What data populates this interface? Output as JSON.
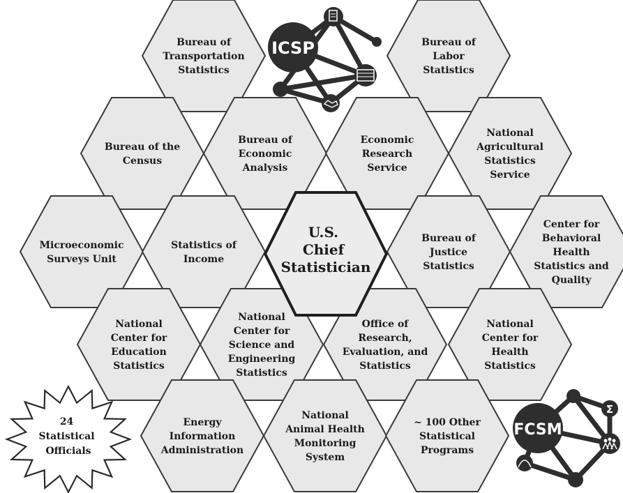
{
  "center": {
    "lines": [
      "U.S.",
      "Chief",
      "Statistician"
    ]
  },
  "agencies": [
    {
      "id": "bts",
      "name": "bureau-of-transportation-statistics",
      "lines": [
        "Bureau of",
        "Transportation",
        "Statistics"
      ]
    },
    {
      "id": "bls",
      "name": "bureau-of-labor-statistics",
      "lines": [
        "Bureau of",
        "Labor",
        "Statistics"
      ]
    },
    {
      "id": "census",
      "name": "bureau-of-the-census",
      "lines": [
        "Bureau of the",
        "Census"
      ]
    },
    {
      "id": "bea",
      "name": "bureau-of-economic-analysis",
      "lines": [
        "Bureau of",
        "Economic",
        "Analysis"
      ]
    },
    {
      "id": "ers",
      "name": "economic-research-service",
      "lines": [
        "Economic",
        "Research",
        "Service"
      ]
    },
    {
      "id": "nass",
      "name": "national-agricultural-statistics-service",
      "lines": [
        "National",
        "Agricultural",
        "Statistics",
        "Service"
      ]
    },
    {
      "id": "meu",
      "name": "microeconomic-surveys-unit",
      "lines": [
        "Microeconomic",
        "Surveys Unit"
      ]
    },
    {
      "id": "soi",
      "name": "statistics-of-income",
      "lines": [
        "Statistics of",
        "Income"
      ]
    },
    {
      "id": "bjs",
      "name": "bureau-of-justice-statistics",
      "lines": [
        "Bureau of",
        "Justice",
        "Statistics"
      ]
    },
    {
      "id": "cbhsq",
      "name": "center-for-behavioral-health-statistics-and-quality",
      "lines": [
        "Center for",
        "Behavioral",
        "Health",
        "Statistics and",
        "Quality"
      ]
    },
    {
      "id": "nces",
      "name": "national-center-for-education-statistics",
      "lines": [
        "National",
        "Center for",
        "Education",
        "Statistics"
      ]
    },
    {
      "id": "ncses",
      "name": "national-center-for-science-and-engineering-statistics",
      "lines": [
        "National",
        "Center for",
        "Science and",
        "Engineering",
        "Statistics"
      ]
    },
    {
      "id": "ores",
      "name": "office-of-research-evaluation-and-statistics",
      "lines": [
        "Office of",
        "Research,",
        "Evaluation, and",
        "Statistics"
      ]
    },
    {
      "id": "nchs",
      "name": "national-center-for-health-statistics",
      "lines": [
        "National",
        "Center for",
        "Health",
        "Statistics"
      ]
    },
    {
      "id": "eia",
      "name": "energy-information-administration",
      "lines": [
        "Energy",
        "Information",
        "Administration"
      ]
    },
    {
      "id": "nahms",
      "name": "national-animal-health-monitoring-system",
      "lines": [
        "National",
        "Animal Health",
        "Monitoring",
        "System"
      ]
    },
    {
      "id": "other",
      "name": "other-statistical-programs",
      "lines": [
        "~ 100 Other",
        "Statistical",
        "Programs"
      ]
    }
  ],
  "starburst": {
    "lines": [
      "24",
      "Statistical",
      "Officials"
    ]
  },
  "logos": {
    "icsp": {
      "label": "ICSP",
      "icons": [
        "document-icon",
        "server-icon",
        "handshake-icon"
      ]
    },
    "fcsm": {
      "label": "FCSM",
      "icons": [
        "sigma-icon",
        "people-icon",
        "bell-curve-icon"
      ]
    }
  },
  "colors": {
    "hex_fill": "#e8e8e8",
    "hex_stroke": "#3a3a3a",
    "logo_dark": "#2e2e2e",
    "background": "#ffffff"
  }
}
